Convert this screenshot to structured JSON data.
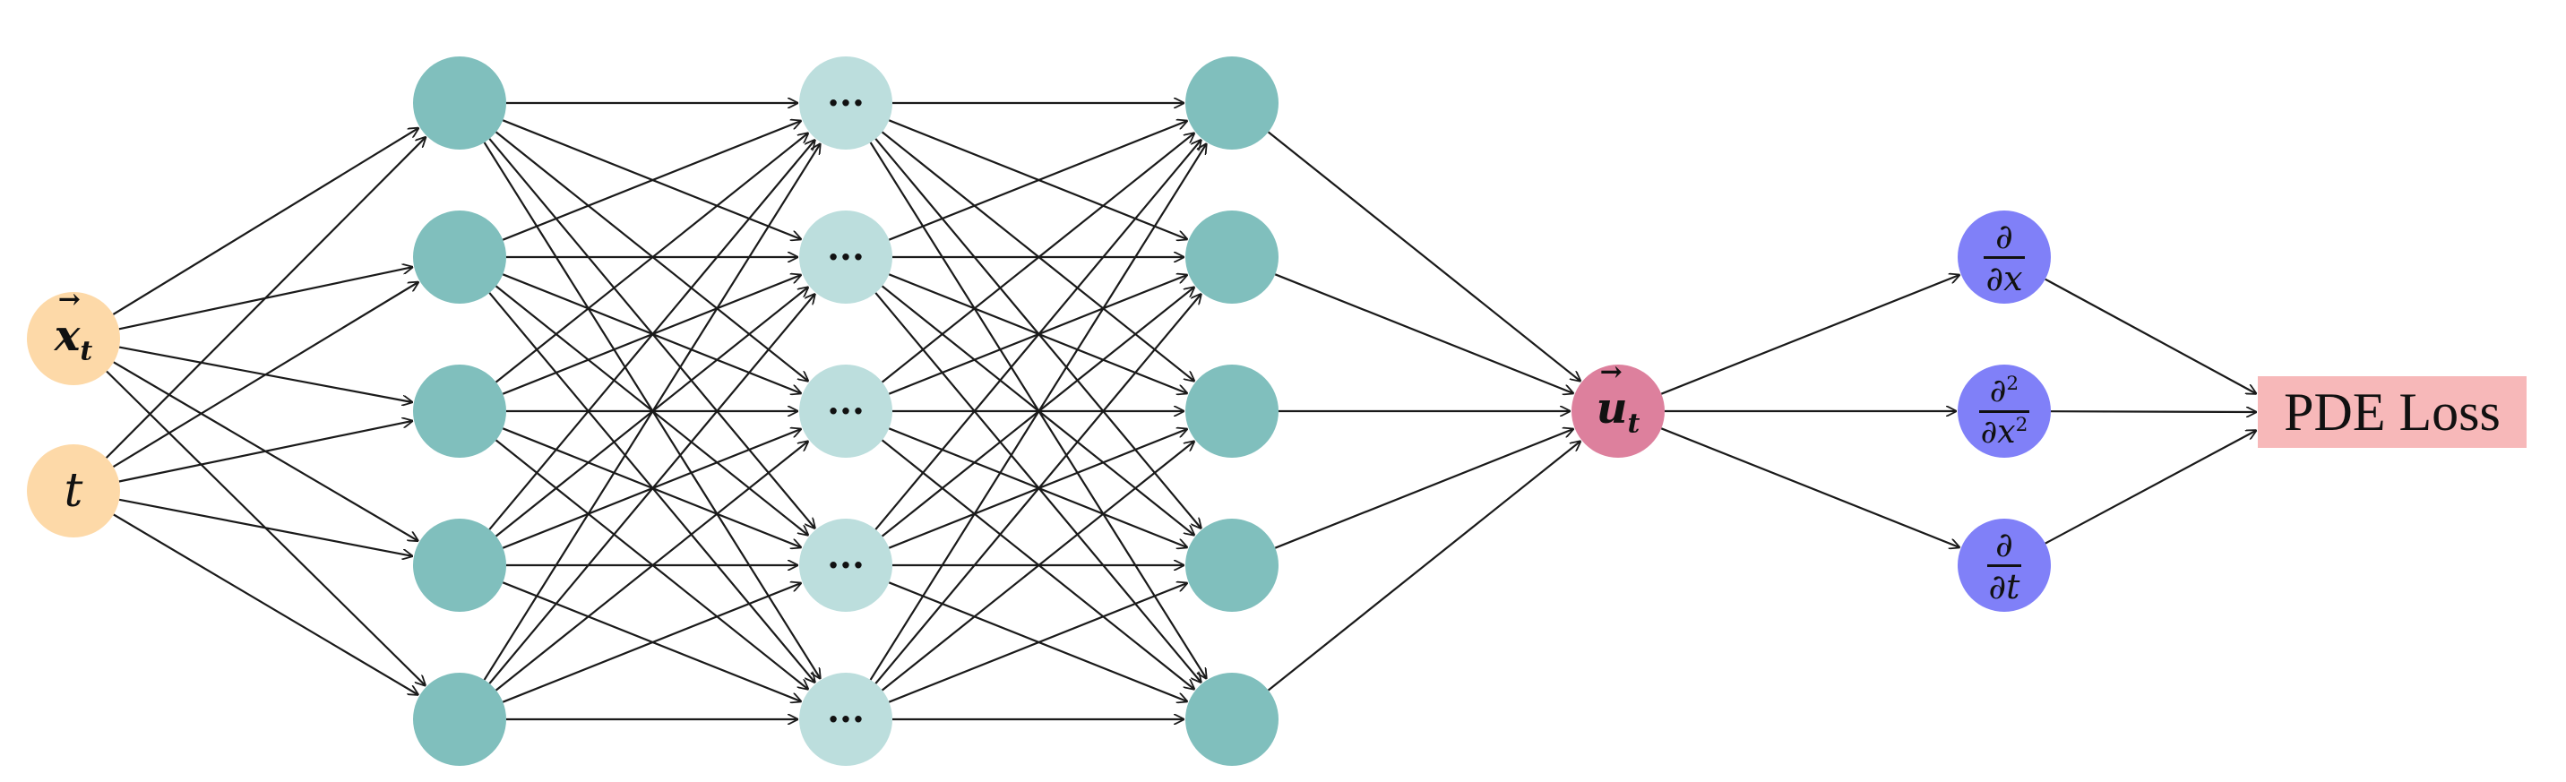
{
  "colors": {
    "input_node": "#fdd9a8",
    "hidden_dark": "#80bfbd",
    "hidden_light": "#bcdedd",
    "output_node": "#dd809d",
    "derivative_node": "#8080f8",
    "loss_box": "#f7b8b9",
    "edge": "#1a1a1a"
  },
  "inputs": [
    {
      "label": "x",
      "subscript": "t",
      "vector": true
    },
    {
      "label": "t",
      "subscript": "",
      "vector": false
    }
  ],
  "hidden_ellipsis": "···",
  "output": {
    "label": "u",
    "subscript": "t",
    "vector": true
  },
  "derivatives": [
    {
      "numerator": "∂",
      "denominator": "∂x",
      "power": ""
    },
    {
      "numerator": "∂",
      "denominator": "∂x",
      "power": "2"
    },
    {
      "numerator": "∂",
      "denominator": "∂t",
      "power": ""
    }
  ],
  "loss_label": "PDE Loss"
}
